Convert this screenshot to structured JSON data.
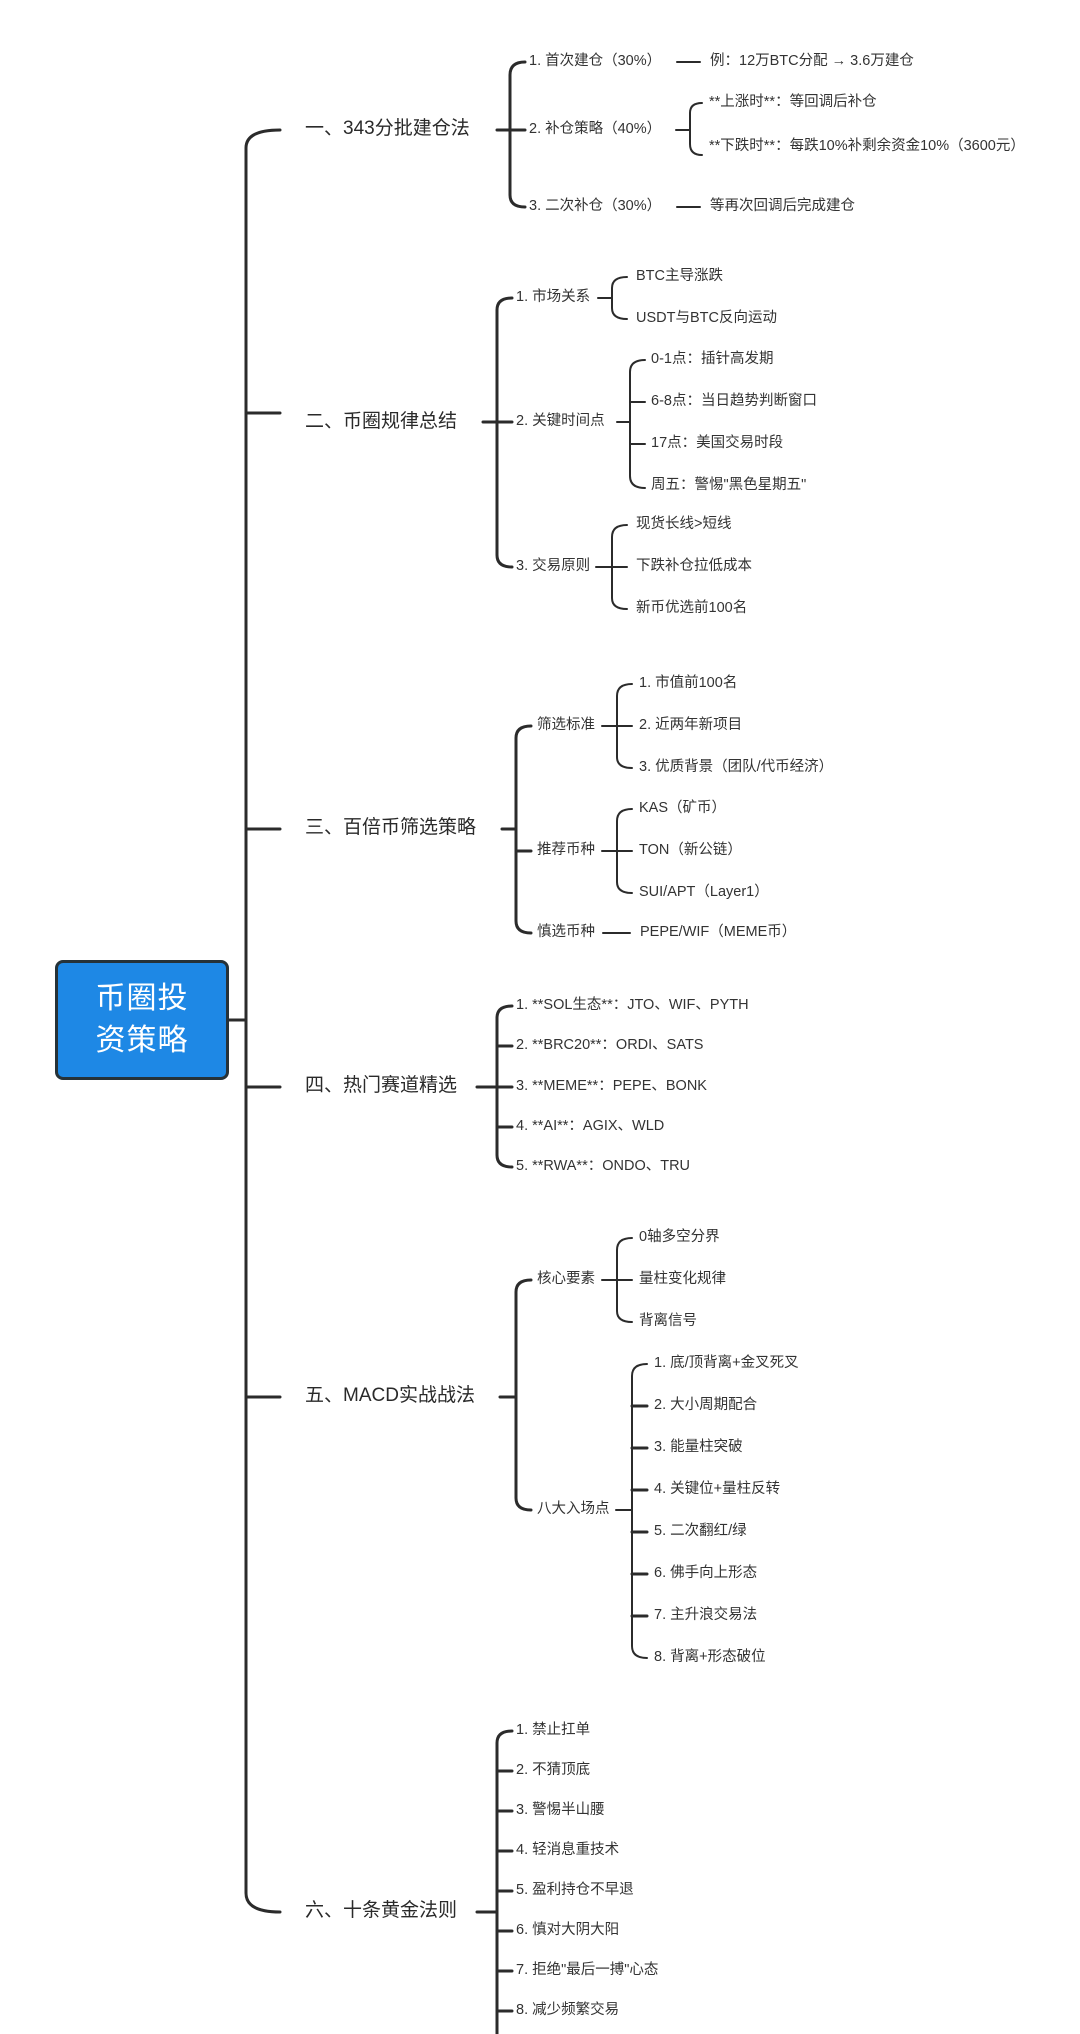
{
  "root": {
    "label": "币圈投资策略"
  },
  "branches": [
    {
      "label": "一、343分批建仓法",
      "children": [
        {
          "label": "1. 首次建仓（30%）",
          "leaves": [
            "例：12万BTC分配 → 3.6万建仓"
          ]
        },
        {
          "label": "2. 补仓策略（40%）",
          "leaves": [
            "**上涨时**：等回调后补仓",
            "**下跌时**：每跌10%补剩余资金10%（3600元）"
          ]
        },
        {
          "label": "3. 二次补仓（30%）",
          "leaves": [
            "等再次回调后完成建仓"
          ]
        }
      ]
    },
    {
      "label": "二、币圈规律总结",
      "children": [
        {
          "label": "1. 市场关系",
          "leaves": [
            "BTC主导涨跌",
            "USDT与BTC反向运动"
          ]
        },
        {
          "label": "2. 关键时间点",
          "leaves": [
            "0-1点：插针高发期",
            "6-8点：当日趋势判断窗口",
            "17点：美国交易时段",
            "周五：警惕\"黑色星期五\""
          ]
        },
        {
          "label": "3. 交易原则",
          "leaves": [
            "现货长线>短线",
            "下跌补仓拉低成本",
            "新币优选前100名"
          ]
        }
      ]
    },
    {
      "label": "三、百倍币筛选策略",
      "children": [
        {
          "label": "筛选标准",
          "leaves": [
            "1. 市值前100名",
            "2. 近两年新项目",
            "3. 优质背景（团队/代币经济）"
          ]
        },
        {
          "label": "推荐币种",
          "leaves": [
            "KAS（矿币）",
            "TON（新公链）",
            "SUI/APT（Layer1）"
          ]
        },
        {
          "label": "慎选币种",
          "leaves": [
            "PEPE/WIF（MEME币）"
          ]
        }
      ]
    },
    {
      "label": "四、热门赛道精选",
      "children": [
        {
          "label": "1. **SOL生态**：JTO、WIF、PYTH"
        },
        {
          "label": "2. **BRC20**：ORDI、SATS"
        },
        {
          "label": "3. **MEME**：PEPE、BONK"
        },
        {
          "label": "4. **AI**：AGIX、WLD"
        },
        {
          "label": "5. **RWA**：ONDO、TRU"
        }
      ]
    },
    {
      "label": "五、MACD实战战法",
      "children": [
        {
          "label": "核心要素",
          "leaves": [
            "0轴多空分界",
            "量柱变化规律",
            "背离信号"
          ]
        },
        {
          "label": "八大入场点",
          "leaves": [
            "1. 底/顶背离+金叉死叉",
            "2. 大小周期配合",
            "3. 能量柱突破",
            "4. 关键位+量柱反转",
            "5. 二次翻红/绿",
            "6. 佛手向上形态",
            "7. 主升浪交易法",
            "8. 背离+形态破位"
          ]
        }
      ]
    },
    {
      "label": "六、十条黄金法则",
      "children": [
        {
          "label": "1. 禁止扛单"
        },
        {
          "label": "2. 不猜顶底"
        },
        {
          "label": "3. 警惕半山腰"
        },
        {
          "label": "4. 轻消息重技术"
        },
        {
          "label": "5. 盈利持仓不早退"
        },
        {
          "label": "6. 慎对大阴大阳"
        },
        {
          "label": "7. 拒绝\"最后一搏\"心态"
        },
        {
          "label": "8. 减少频繁交易"
        }
      ]
    }
  ]
}
